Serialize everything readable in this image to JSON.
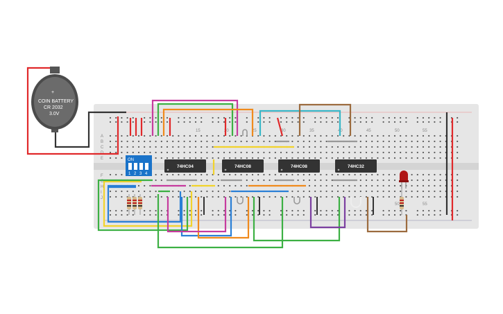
{
  "battery": {
    "label_line1": "COIN BATTERY",
    "label_line2": "CR 2032",
    "label_line3": "3.0V",
    "plus_symbol": "+"
  },
  "dip_switch": {
    "on_label": "ON",
    "numbers": [
      "1",
      "2",
      "3",
      "4"
    ]
  },
  "chips": [
    {
      "label": "74HC04"
    },
    {
      "label": "74HC08"
    },
    {
      "label": "74HC08"
    },
    {
      "label": "74HC32"
    }
  ],
  "breadboard": {
    "column_numbers_top": [
      "15",
      "20",
      "25",
      "30",
      "35",
      "40",
      "45",
      "50",
      "55"
    ],
    "column_numbers_bottom": [
      "50",
      "55"
    ],
    "row_letters_top": [
      "A",
      "B",
      "C",
      "D",
      "E"
    ],
    "row_letters_bottom": [
      "F",
      "G",
      "H",
      "I",
      "J"
    ]
  },
  "colors": {
    "board": "#e6e6e6",
    "chip": "#333333",
    "dip_body": "#1a73c9",
    "battery": "#5c5c5c",
    "red_wire": "#e0282a",
    "black_wire": "#333333",
    "led": "#b01818"
  }
}
